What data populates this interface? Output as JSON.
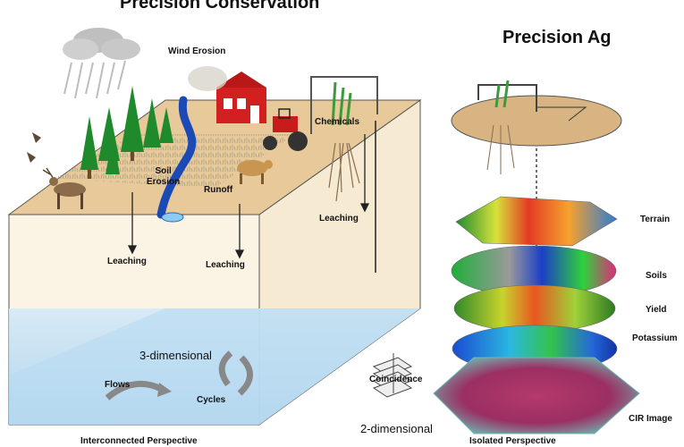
{
  "titles": {
    "left": "Precision Conservation",
    "right": "Precision Ag"
  },
  "labels": {
    "wind_erosion": "Wind Erosion",
    "chemicals": "Chemicals",
    "soil_erosion": "Soil\nErosion",
    "runoff": "Runoff",
    "leaching_1": "Leaching",
    "leaching_2": "Leaching",
    "leaching_3": "Leaching",
    "three_dimensional": "3-dimensional",
    "flows": "Flows",
    "cycles": "Cycles",
    "coincidence": "Coincidence",
    "two_dimensional": "2-dimensional"
  },
  "layers": [
    {
      "label": "Terrain"
    },
    {
      "label": "Soils"
    },
    {
      "label": "Yield"
    },
    {
      "label": "Potassium"
    },
    {
      "label": "CIR Image"
    }
  ],
  "bottom_captions": {
    "left": "Interconnected Perspective",
    "right": "Isolated Perspective"
  },
  "colors": {
    "field_surface": "#e7c99a",
    "box_face": "#fbf3e4",
    "water_layer": "#a9d2ee",
    "stream": "#1b49b5",
    "barn": "#d21f1f",
    "tractor": "#c81b1b",
    "disc": "#d9b483",
    "cir": "#c0386a"
  }
}
